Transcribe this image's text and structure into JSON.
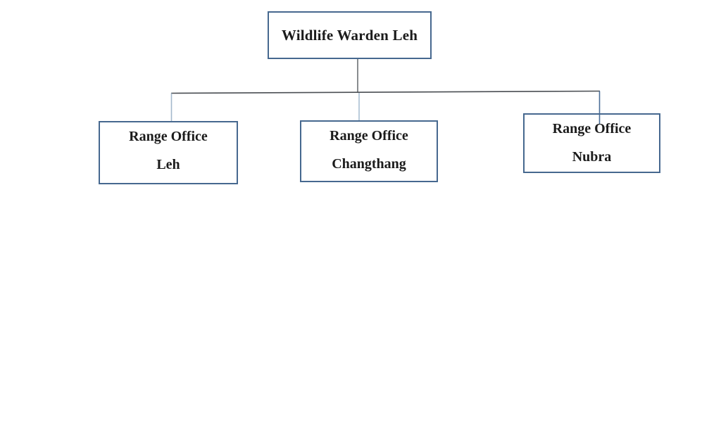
{
  "page": {
    "background_color": "#ffffff"
  },
  "org_chart": {
    "type": "org-hierarchy",
    "root": {
      "label": "Wildlife Warden Leh"
    },
    "children": [
      {
        "line1": "Range Office",
        "line2": "Leh"
      },
      {
        "line1": "Range Office",
        "line2": "Changthang"
      },
      {
        "line1": "Range Office",
        "line2": "Nubra"
      }
    ],
    "colors": {
      "box_border": "#46688f",
      "text": "#1b1b1b",
      "connector_dark": "#4a4e53",
      "connector_grey": "#6b6f73",
      "connector_light": "#a3b8cb",
      "connector_steel": "#4a6d97"
    }
  }
}
